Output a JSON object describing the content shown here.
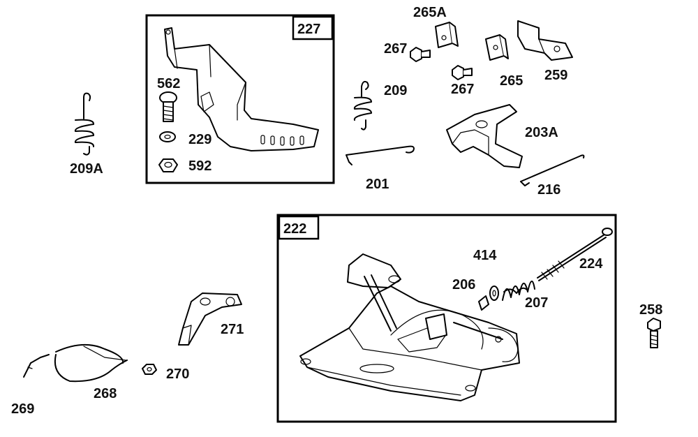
{
  "labels": {
    "l209A": "209A",
    "l562": "562",
    "l229": "229",
    "l592": "592",
    "l227": "227",
    "l265A": "265A",
    "l267a": "267",
    "l267b": "267",
    "l265": "265",
    "l259": "259",
    "l209": "209",
    "l203A": "203A",
    "l201": "201",
    "l216": "216",
    "l222": "222",
    "l414": "414",
    "l224": "224",
    "l206": "206",
    "l207": "207",
    "l258": "258",
    "l271": "271",
    "l270": "270",
    "l268": "268",
    "l269": "269"
  }
}
